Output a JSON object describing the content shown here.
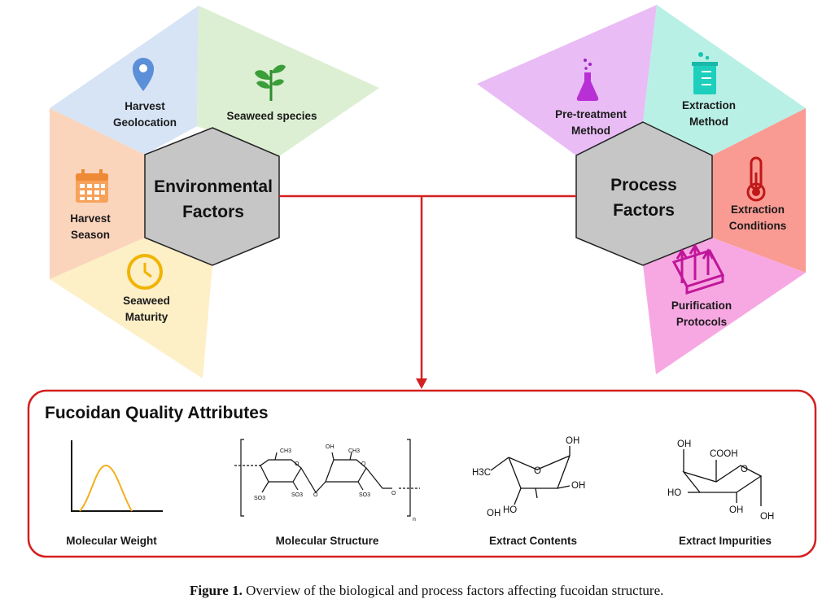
{
  "environmental": {
    "title_line1": "Environmental",
    "title_line2": "Factors",
    "segments": [
      {
        "line1": "Harvest",
        "line2": "Geolocation",
        "icon": "location-pin-icon",
        "color": "#d6e4f5"
      },
      {
        "line1": "Seaweed species",
        "line2": "",
        "icon": "plant-sprout-icon",
        "color": "#dcefd2"
      },
      {
        "line1": "Harvest",
        "line2": "Season",
        "icon": "calendar-icon",
        "color": "#fbd4bc"
      },
      {
        "line1": "Seaweed",
        "line2": "Maturity",
        "icon": "clock-icon",
        "color": "#fdefc6"
      }
    ]
  },
  "process": {
    "title_line1": "Process",
    "title_line2": "Factors",
    "segments": [
      {
        "line1": "Pre-treatment",
        "line2": "Method",
        "icon": "flask-icon",
        "color": "#e9bcf5"
      },
      {
        "line1": "Extraction",
        "line2": "Method",
        "icon": "beaker-icon",
        "color": "#b8f0e6"
      },
      {
        "line1": "Extraction",
        "line2": "Conditions",
        "icon": "thermometer-icon",
        "color": "#f99b93"
      },
      {
        "line1": "Purification",
        "line2": "Protocols",
        "icon": "filter-arrows-icon",
        "color": "#f7a8e2"
      }
    ]
  },
  "quality": {
    "title": "Fucoidan Quality Attributes",
    "border_color": "#d42020",
    "items": [
      {
        "label": "Molecular Weight"
      },
      {
        "label": "Molecular Structure"
      },
      {
        "label": "Extract Contents"
      },
      {
        "label": "Extract Impurities"
      }
    ]
  },
  "chem_labels": {
    "ch3": "CH3",
    "oh": "OH",
    "o": "O",
    "so3": "SO3",
    "n": "n",
    "h3c": "H3C",
    "ho": "HO",
    "cooh": "COOH"
  },
  "caption": {
    "label": "Figure 1.",
    "text": " Overview of the biological and process factors affecting fucoidan structure."
  }
}
